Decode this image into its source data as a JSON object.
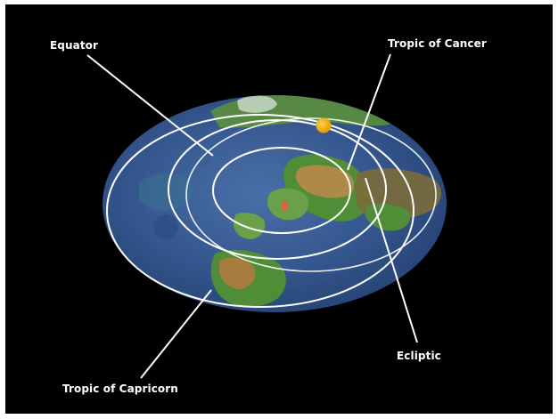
{
  "labels": {
    "equator": "Equator",
    "tropic_of_cancer": "Tropic of Cancer",
    "ecliptic": "Ecliptic",
    "tropic_of_capricorn": "Tropic of Capricorn"
  },
  "colors": {
    "background": "#000000",
    "frame": "#ffffff",
    "ocean": "#2f4f86",
    "land": "#4c8a3a",
    "lines": "#ffffff",
    "sun": "#f2b200"
  },
  "icons": {
    "sun": "sun-dot"
  }
}
